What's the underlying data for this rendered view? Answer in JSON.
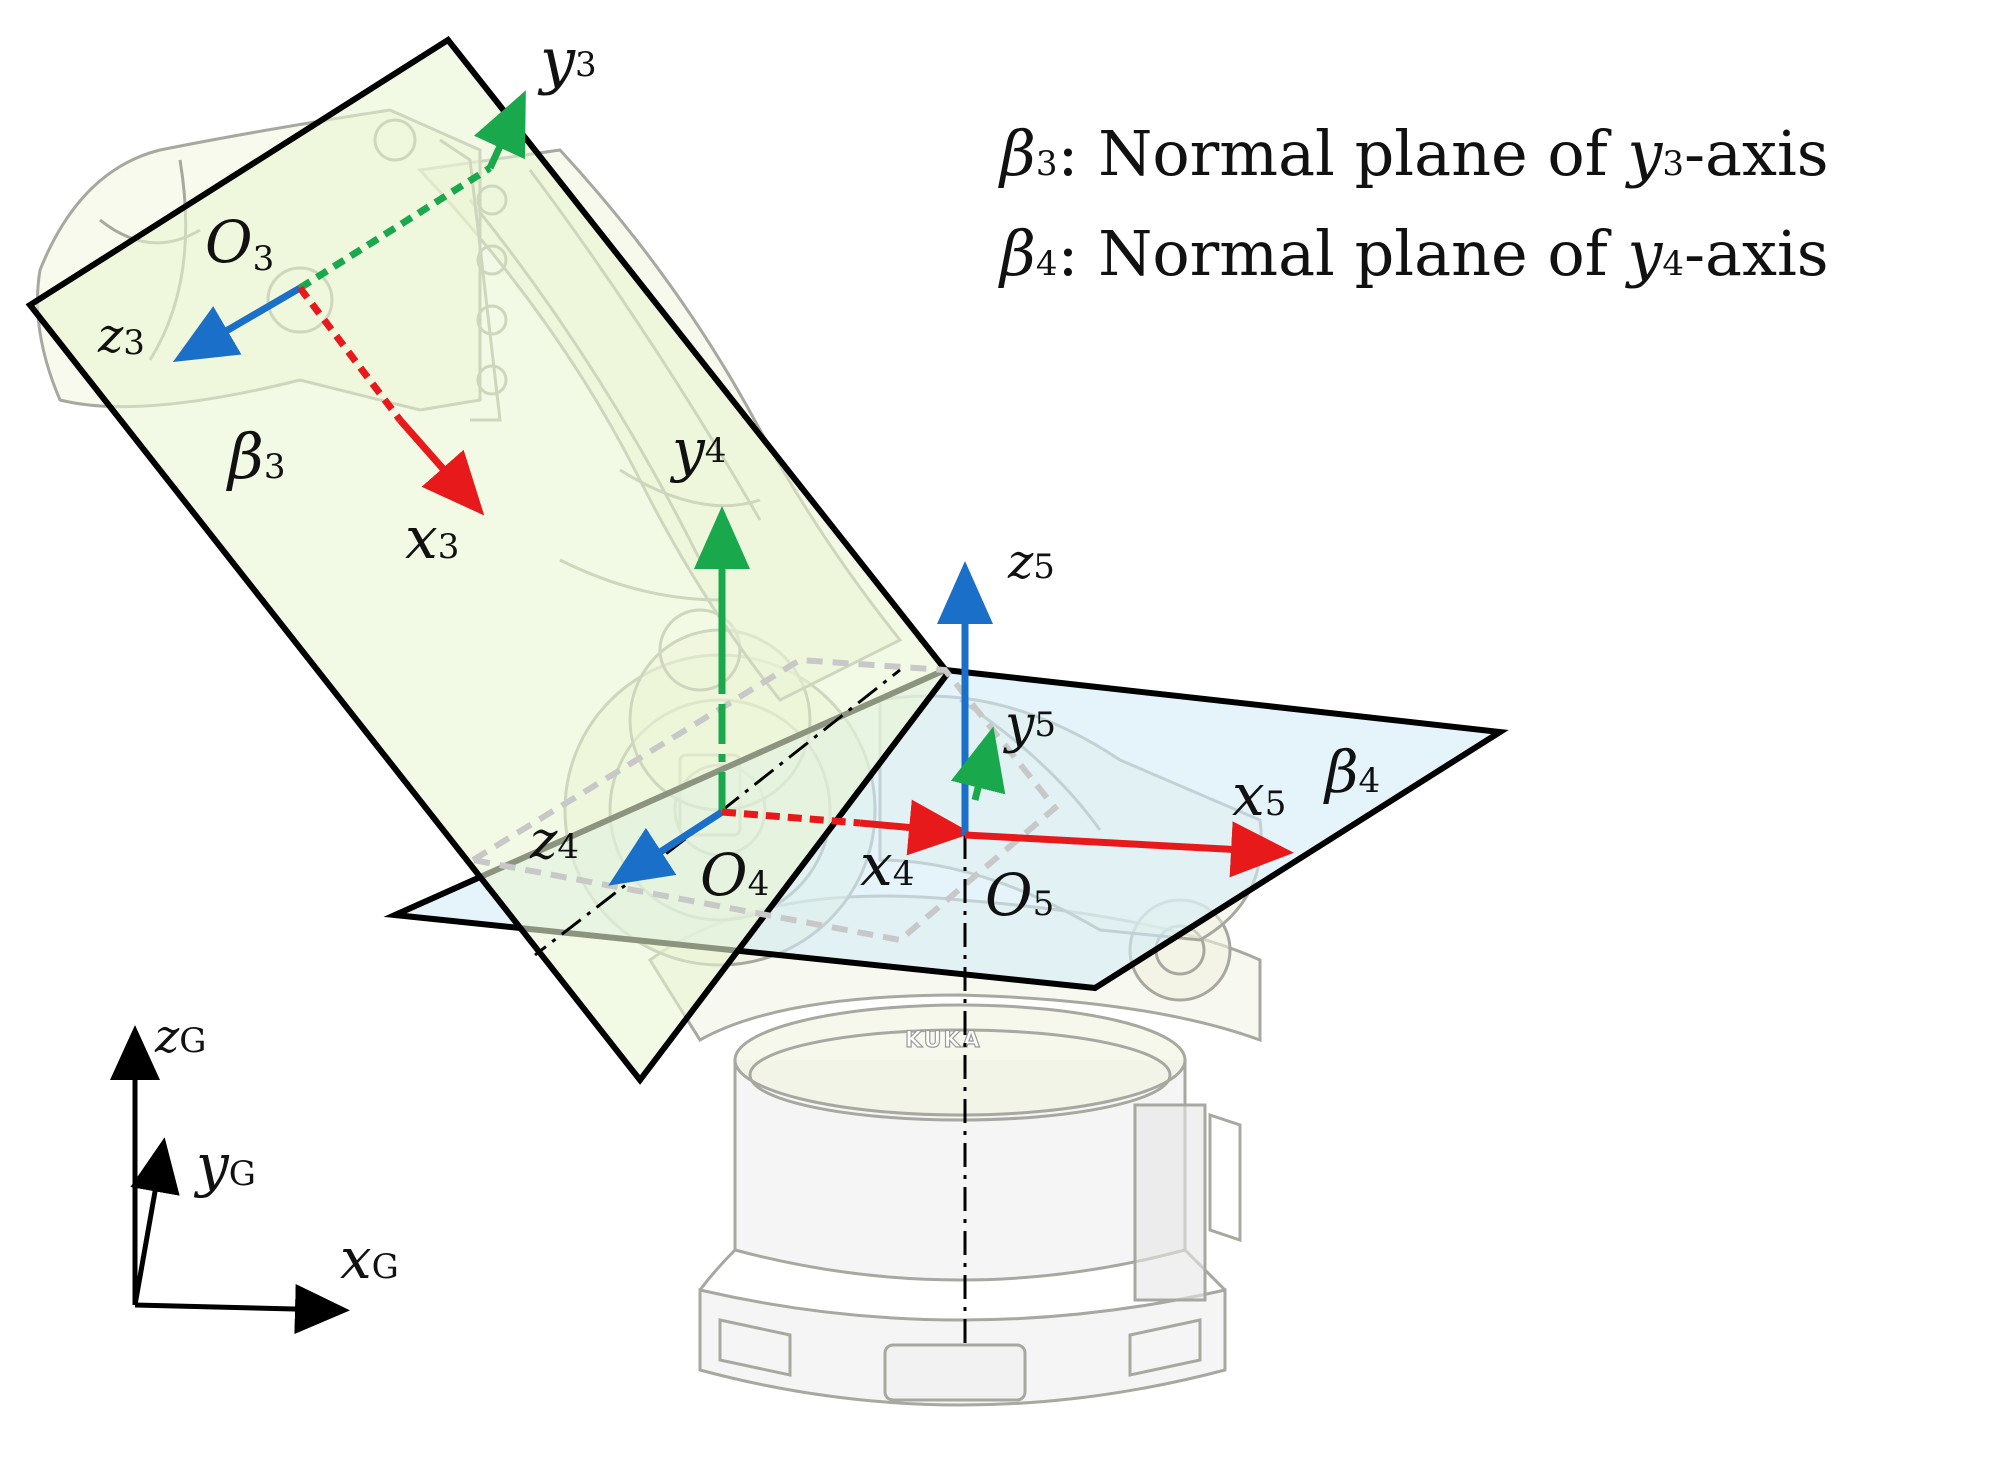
{
  "legend": [
    {
      "sym": "β",
      "sub": "3",
      "mid": ": Normal plane of ",
      "var": "y",
      "vsub": "3",
      "tail": "-axis"
    },
    {
      "sym": "β",
      "sub": "4",
      "mid": ": Normal plane of ",
      "var": "y",
      "vsub": "4",
      "tail": "-axis"
    }
  ],
  "labels": {
    "y3": {
      "main": "y",
      "sub": "3"
    },
    "O3": {
      "main": "O",
      "sub": "3"
    },
    "z3": {
      "main": "z",
      "sub": "3"
    },
    "x3": {
      "main": "x",
      "sub": "3"
    },
    "beta3": {
      "main": "β",
      "sub": "3"
    },
    "y4": {
      "main": "y",
      "sub": "4"
    },
    "z4": {
      "main": "z",
      "sub": "4"
    },
    "O4": {
      "main": "O",
      "sub": "4"
    },
    "x4": {
      "main": "x",
      "sub": "4"
    },
    "z5": {
      "main": "z",
      "sub": "5"
    },
    "y5": {
      "main": "y",
      "sub": "5"
    },
    "O5": {
      "main": "O",
      "sub": "5"
    },
    "x5": {
      "main": "x",
      "sub": "5"
    },
    "beta4": {
      "main": "β",
      "sub": "4"
    },
    "zG": {
      "main": "z",
      "sub": "G"
    },
    "yG": {
      "main": "y",
      "sub": "G"
    },
    "xG": {
      "main": "x",
      "sub": "G"
    }
  },
  "logo_text": "KUKA",
  "colors": {
    "x_axis": "#e8191b",
    "y_axis": "#1aa84c",
    "z_axis": "#1a6fc8",
    "plane_beta3": "#e9f5d2",
    "plane_beta4": "#d4ecf7",
    "outline": "#000000",
    "robot_line": "#a8a8a0"
  }
}
